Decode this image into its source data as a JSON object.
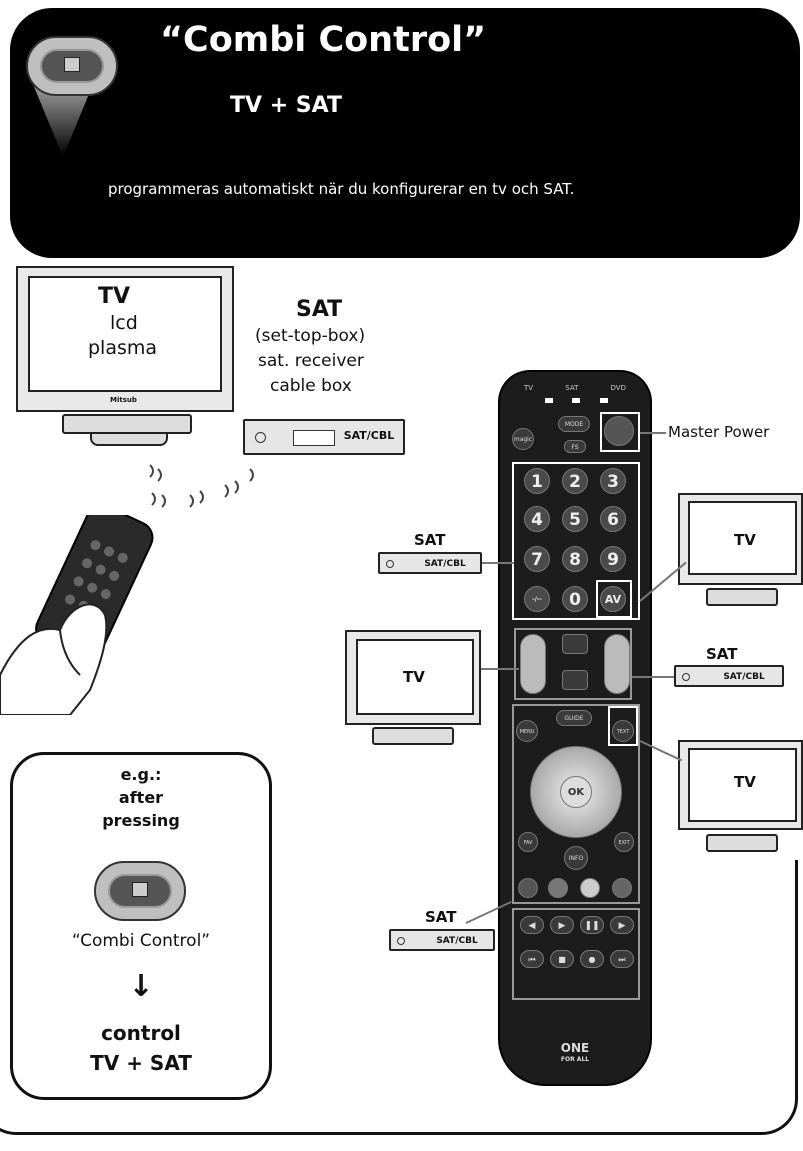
{
  "banner": {
    "title": "“Combi Control”",
    "subtitle": "TV + SAT",
    "text": "programmeras automatiskt när du konfigurerar en tv och SAT."
  },
  "tv_main": {
    "heading": "TV",
    "line1": "lcd",
    "line2": "plasma",
    "brand": "Mitsub"
  },
  "sat_main": {
    "heading": "SAT",
    "line1": "(set-top-box)",
    "line2": "sat. receiver",
    "line3": "cable box",
    "box_label": "SAT/CBL"
  },
  "remote": {
    "mode_labels": [
      "TV",
      "SAT",
      "DVD"
    ],
    "top_buttons": [
      "magic",
      "MODE",
      "FS"
    ],
    "numbers": [
      "1",
      "2",
      "3",
      "4",
      "5",
      "6",
      "7",
      "8",
      "9",
      "-/--",
      "0",
      "AV"
    ],
    "nav": [
      "MENU",
      "GUIDE",
      "TEXT",
      "OK",
      "FAV",
      "EXIT",
      "INFO"
    ],
    "brand_line1": "ONE",
    "brand_line2": "FOR ALL"
  },
  "callouts": {
    "master_power": "Master Power",
    "sat_numbers_heading": "SAT",
    "sat_numbers_box": "SAT/CBL",
    "tv_av": "TV",
    "tv_volume": "TV",
    "sat_channel_heading": "SAT",
    "sat_channel_box": "SAT/CBL",
    "tv_text": "TV",
    "sat_transport_heading": "SAT",
    "sat_transport_box": "SAT/CBL"
  },
  "note": {
    "line1": "e.g.:",
    "line2": "after",
    "line3": "pressing",
    "button_caption": "“Combi Control”",
    "arrow": "↓",
    "line4": "control",
    "line5": "TV + SAT"
  },
  "colors": {
    "banner_bg": "#000000",
    "remote_body": "#1c1c1c",
    "highlight": "#ffffff"
  }
}
